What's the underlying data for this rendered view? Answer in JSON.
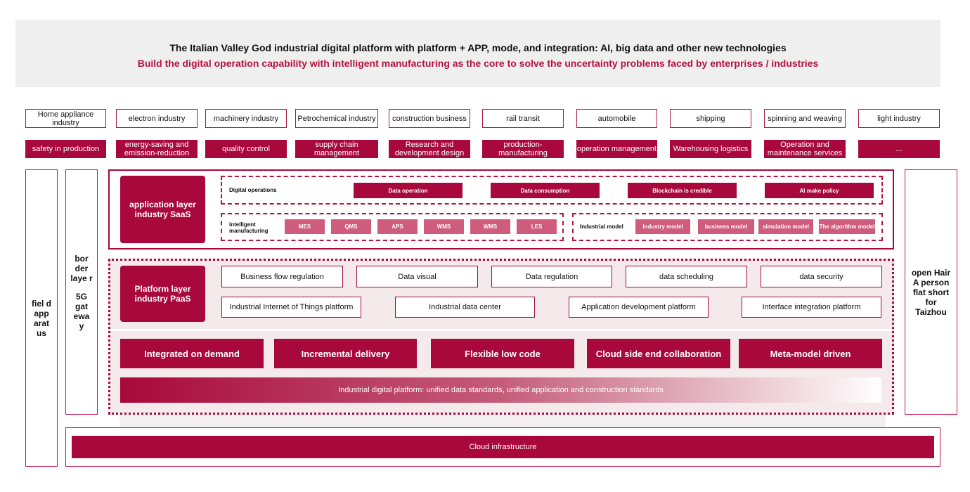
{
  "banner": {
    "title": "The Italian Valley God industrial digital platform with platform + APP, mode, and integration: AI, big data and other new technologies",
    "subtitle": "Build the digital operation capability with intelligent manufacturing as the core to solve the uncertainty problems faced by enterprises / industries",
    "subtitle_color": "#b5123f"
  },
  "industries": [
    "Home appliance industry",
    "electron industry",
    "machinery industry",
    "Petrochemical industry",
    "construction business",
    "rail transit",
    "automobile",
    "shipping",
    "spinning and weaving",
    "light industry"
  ],
  "scenarios": [
    "safety in production",
    "energy-saving and emission-reduction",
    "quality control",
    "supply chain management",
    "Research and development design",
    "production-manufacturing",
    "operation management",
    "Warehousing logistics",
    "Operation and maintenance services",
    "..."
  ],
  "left_field": "fiel d app arat us",
  "left_border": {
    "line1": "bor der laye r",
    "line2": "5G gat ewa y"
  },
  "right_open": "open Hair A person flat short for Taizhou",
  "saas": {
    "label": "application layer industry SaaS",
    "digital_ops": {
      "title": "Digital operations",
      "items": [
        "Data operation",
        "Data consumption",
        "Blockchain is credible",
        "AI make policy"
      ]
    },
    "intelligent": {
      "title": "intelligent manufacturing",
      "items": [
        "MES",
        "QMS",
        "APS",
        "WMS",
        "WMS",
        "LES"
      ]
    },
    "industrial_model": {
      "title": "Industrial model",
      "items": [
        "Industry model",
        "business model",
        "simulation model",
        "The algorithm model"
      ]
    }
  },
  "paas": {
    "label": "Platform layer industry PaaS",
    "row1": [
      "Business flow regulation",
      "Data visual",
      "Data regulation",
      "data scheduling",
      "data security"
    ],
    "row2": [
      "Industrial Internet of Things platform",
      "Industrial data center",
      "Application development platform",
      "Interface integration platform"
    ]
  },
  "features": [
    "Integrated on demand",
    "Incremental delivery",
    "Flexible low code",
    "Cloud side end collaboration",
    "Meta-model driven"
  ],
  "platform_bar": "Industrial digital platform: unified data standards, unified application and construction standards",
  "cloud": "Cloud infrastructure",
  "colors": {
    "primary": "#a8083c",
    "light": "#cf5c7c",
    "panel_bg": "#f4eaec",
    "banner_bg": "#efefef"
  }
}
